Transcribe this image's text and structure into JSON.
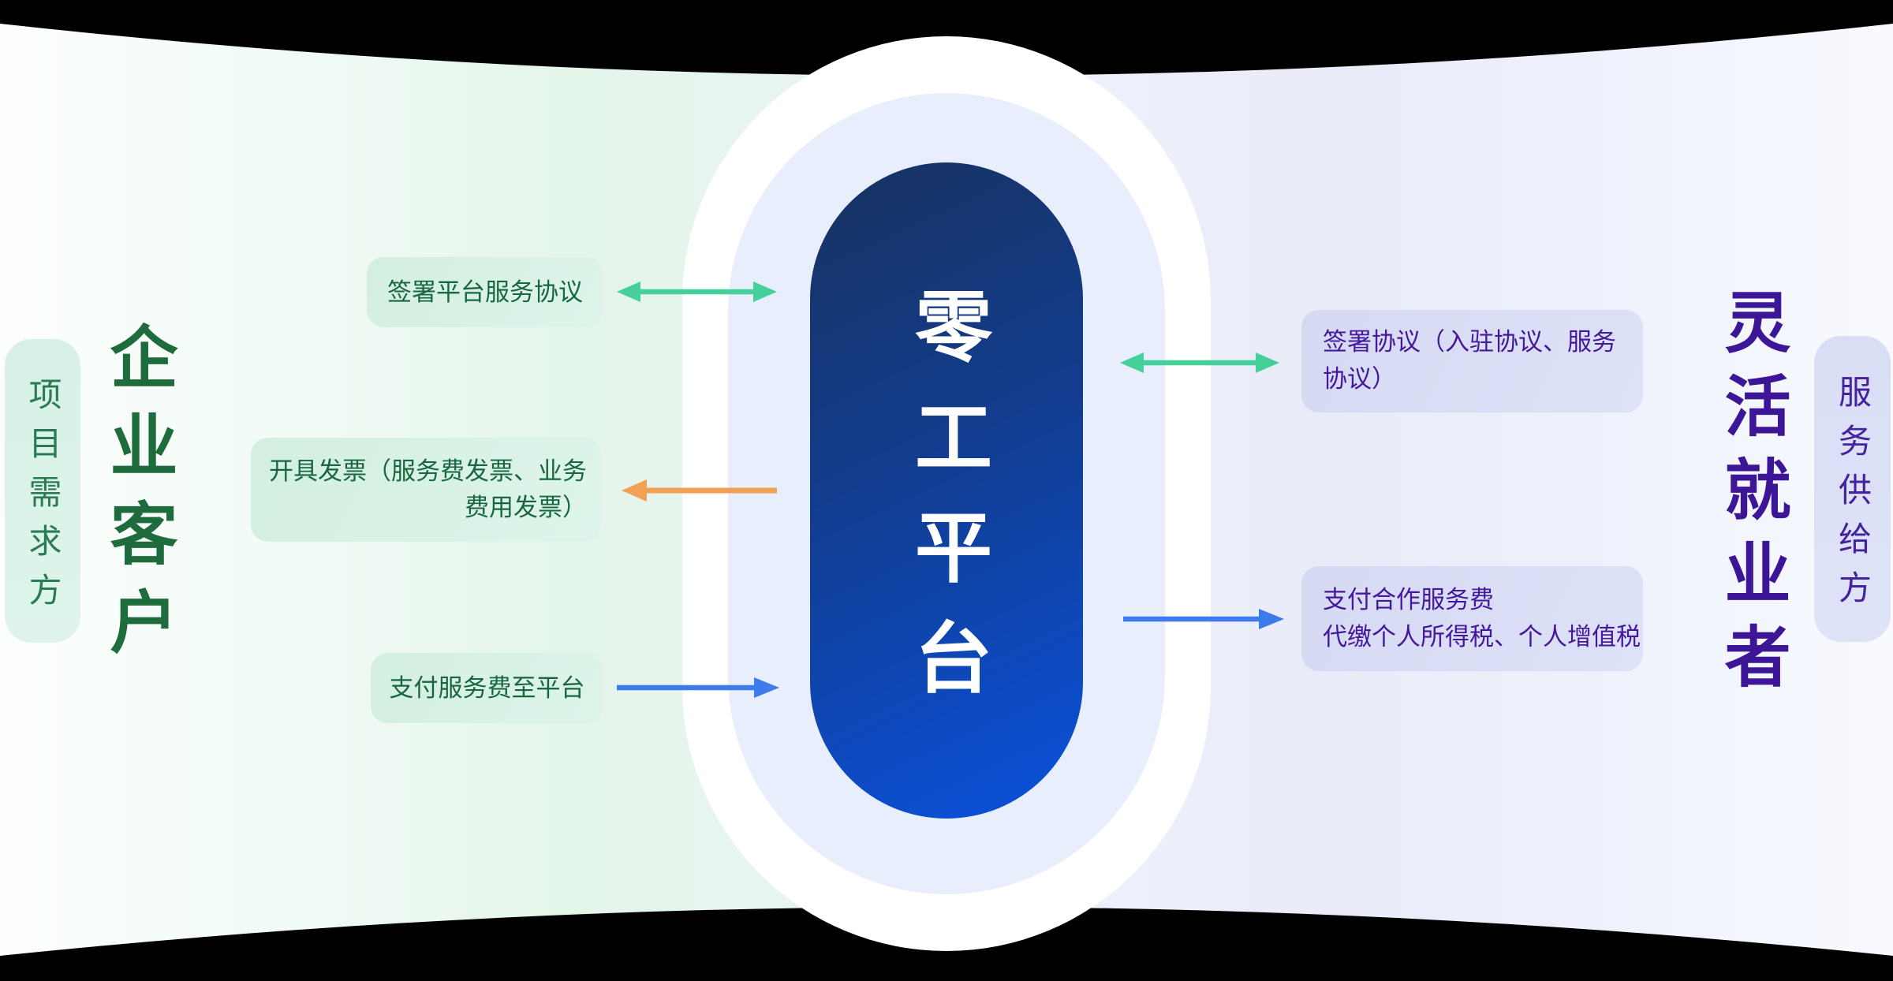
{
  "diagram": {
    "left_section": {
      "pill_label": "项目需求方",
      "title": "企业客户",
      "boxes": [
        {
          "lines": [
            "签署平台服务协议"
          ]
        },
        {
          "lines": [
            "开具发票（服务费发票、业务",
            "费用发票）"
          ]
        },
        {
          "lines": [
            "支付服务费至平台"
          ]
        }
      ]
    },
    "center_section": {
      "platform_title": "零工平台"
    },
    "right_section": {
      "title": "灵活就业者",
      "pill_label": "服务供给方",
      "boxes": [
        {
          "lines": [
            "签署协议（入驻协议、服务",
            "协议）"
          ]
        },
        {
          "lines": [
            "支付合作服务费",
            "代缴个人所得税、个人增值税"
          ]
        }
      ]
    },
    "arrows": [
      {
        "name": "sign-platform-agreement",
        "type": "double-headed",
        "color": "#45d09b"
      },
      {
        "name": "issue-invoice",
        "type": "points-left",
        "color": "#f0a155"
      },
      {
        "name": "pay-service-fee-to-platform",
        "type": "points-right",
        "color": "#3d7aeb"
      },
      {
        "name": "sign-worker-agreement",
        "type": "double-headed",
        "color": "#45d09b"
      },
      {
        "name": "pay-cooperation-fee",
        "type": "points-right",
        "color": "#3d7aeb"
      }
    ],
    "palette": {
      "background": "#000000",
      "panel_mint": "#e4f5ea",
      "panel_lavender": "#e9ecf8",
      "capsule_white": "#ffffff",
      "capsule_lavender": "#e8eefb",
      "capsule_navy_top": "#17325f",
      "capsule_navy_bottom": "#0a51dc",
      "mint_box_bg": "#d8f1e6",
      "mint_box_text": "#18663f",
      "lavender_box_bg": "#d8dcf4",
      "lavender_box_text": "#45189b",
      "green_title": "#1e6b3c",
      "purple_title": "#3d1697",
      "arrow_green": "#45d09b",
      "arrow_orange": "#f0a155",
      "arrow_blue": "#3d7aeb"
    }
  }
}
